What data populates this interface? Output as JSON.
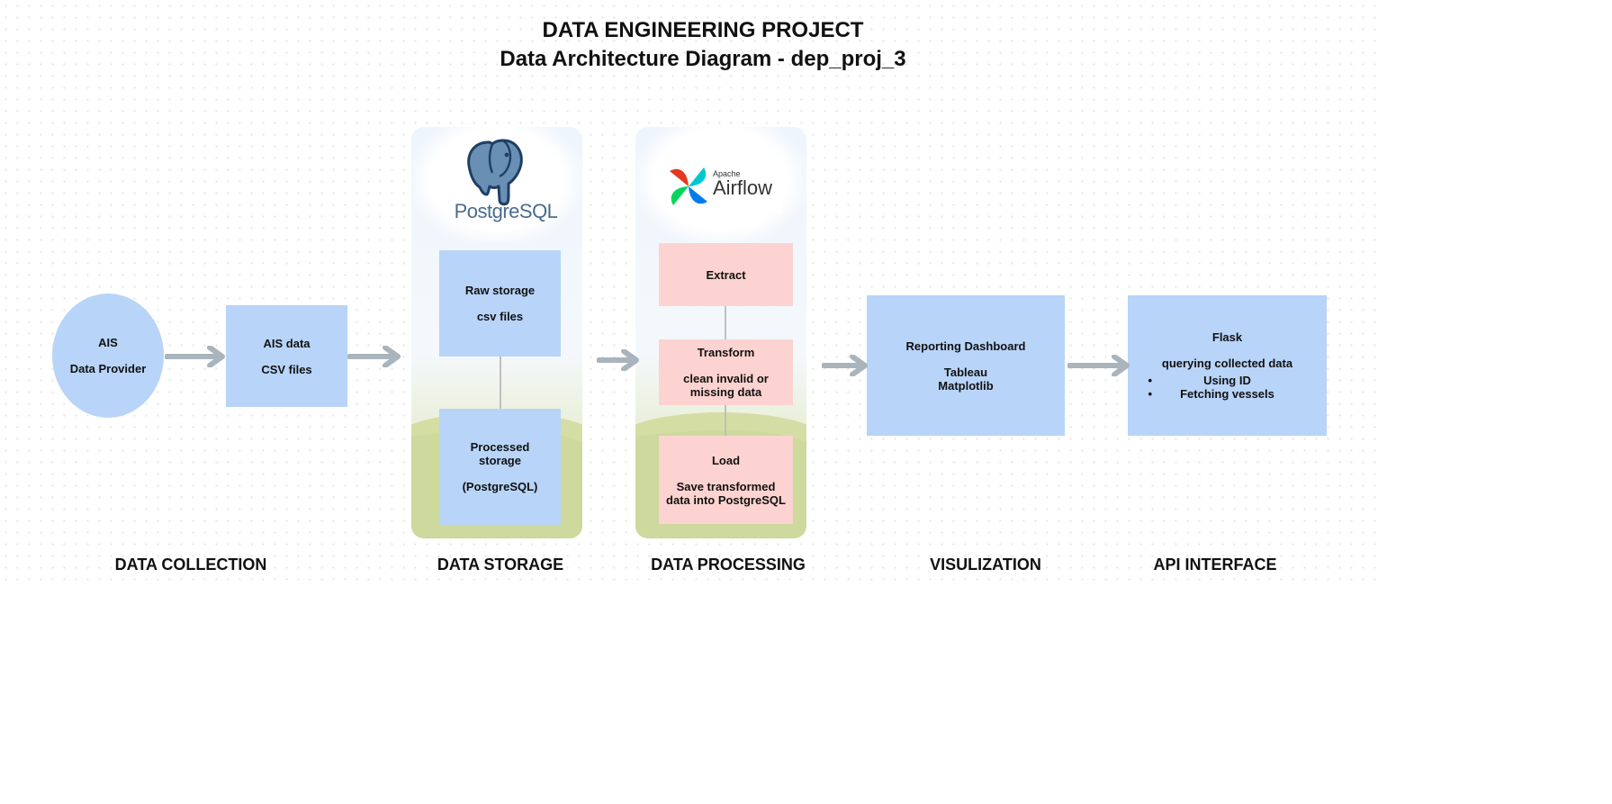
{
  "title": {
    "line1": "DATA ENGINEERING PROJECT",
    "line2": "Data Architecture Diagram - dep_proj_3"
  },
  "nodes": {
    "ais_provider": {
      "line1": "AIS",
      "line2": "Data Provider"
    },
    "ais_data": {
      "line1": "AIS data",
      "line2": "CSV files"
    },
    "raw_storage": {
      "line1": "Raw storage",
      "line2": "csv files"
    },
    "processed_storage": {
      "line1": "Processed storage",
      "line2": "(PostgreSQL)"
    },
    "extract": {
      "line1": "Extract"
    },
    "transform": {
      "line1": "Transform",
      "line2": "clean invalid or missing data"
    },
    "load": {
      "line1": "Load",
      "line2": "Save transformed data into PostgreSQL"
    },
    "dashboard": {
      "line1": "Reporting Dashboard",
      "line2": "Tableau",
      "line3": "Matplotlib"
    },
    "flask": {
      "line1": "Flask",
      "line2": "querying collected data",
      "bullets": [
        "Using ID",
        "Fetching vessels"
      ]
    }
  },
  "logos": {
    "postgres": {
      "name": "postgresql-elephant-icon",
      "wordmark": "PostgreSQL"
    },
    "airflow": {
      "name": "airflow-pinwheel-icon",
      "small": "Apache",
      "wordmark": "Airflow"
    }
  },
  "stages": {
    "collection": "DATA COLLECTION",
    "storage": "DATA STORAGE",
    "processing": "DATA PROCESSING",
    "visualization": "VISULIZATION",
    "api": "API INTERFACE"
  },
  "colors": {
    "node_blue": "#b8d4f8",
    "node_pink": "#fcd3d0",
    "arrow_gray": "#a9b4bc",
    "hill_green": "#d4dea4",
    "postgres_blue": "#336791"
  }
}
